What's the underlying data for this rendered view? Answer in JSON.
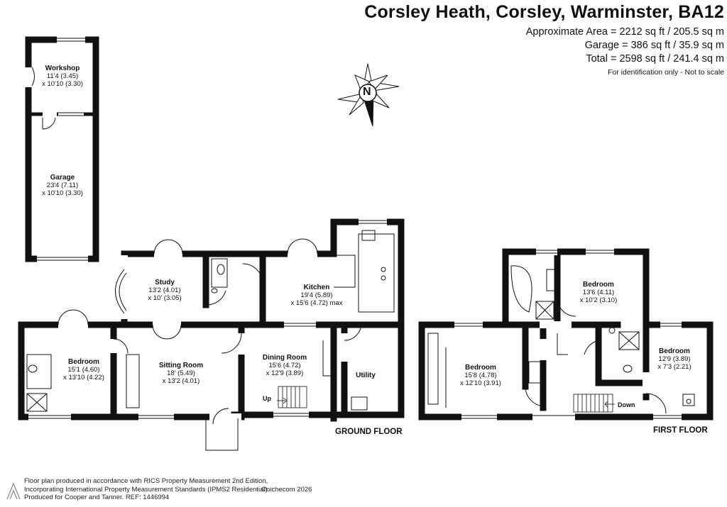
{
  "header": {
    "title": "Corsley Heath, Corsley, Warminster, BA12",
    "area_lines": [
      "Approximate Area = 2212 sq ft / 205.5 sq m",
      "Garage = 386 sq ft / 35.9 sq m",
      "Total = 2598 sq ft / 241.4 sq m"
    ],
    "note": "For identification only - Not to scale"
  },
  "compass": {
    "label": "N"
  },
  "outbuilding": {
    "workshop": {
      "name": "Workshop",
      "dims": [
        "11'4 (3.45)",
        "x 10'10 (3.30)"
      ]
    },
    "garage": {
      "name": "Garage",
      "dims": [
        "23'4 (7.11)",
        "x 10'10 (3.30)"
      ]
    }
  },
  "ground_floor": {
    "label": "GROUND FLOOR",
    "rooms": {
      "study": {
        "name": "Study",
        "dims": [
          "13'2 (4.01)",
          "x 10' (3.05)"
        ]
      },
      "kitchen": {
        "name": "Kitchen",
        "dims": [
          "19'4 (5.89)",
          "x 15'6 (4.72) max"
        ]
      },
      "bedroom": {
        "name": "Bedroom",
        "dims": [
          "15'1 (4.60)",
          "x 13'10 (4.22)"
        ]
      },
      "sitting": {
        "name": "Sitting Room",
        "dims": [
          "18' (5.49)",
          "x 13'2 (4.01)"
        ]
      },
      "dining": {
        "name": "Dining Room",
        "dims": [
          "15'6 (4.72)",
          "x 12'9 (3.89)"
        ]
      },
      "utility": {
        "name": "Utility",
        "dims": []
      }
    },
    "stairs_label": "Up"
  },
  "first_floor": {
    "label": "FIRST FLOOR",
    "rooms": {
      "bedroom_left": {
        "name": "Bedroom",
        "dims": [
          "15'8 (4.78)",
          "x 12'10 (3.91)"
        ]
      },
      "bedroom_top": {
        "name": "Bedroom",
        "dims": [
          "13'6 (4.11)",
          "x 10'2 (3.10)"
        ]
      },
      "bedroom_right": {
        "name": "Bedroom",
        "dims": [
          "12'9 (3.89)",
          "x 7'3 (2.21)"
        ]
      }
    },
    "stairs_label": "Down"
  },
  "footer": {
    "lines": [
      "Floor plan produced in accordance with RICS Property Measurement 2nd Edition,",
      "Incorporating International Property Measurement Standards (IPMS2 Residential).",
      "Produced for Cooper and Tanner.   REF:  1446994"
    ],
    "watermark": "©nichecom 2026"
  },
  "colors": {
    "wall": "#111111",
    "text": "#111111",
    "background": "#ffffff"
  }
}
